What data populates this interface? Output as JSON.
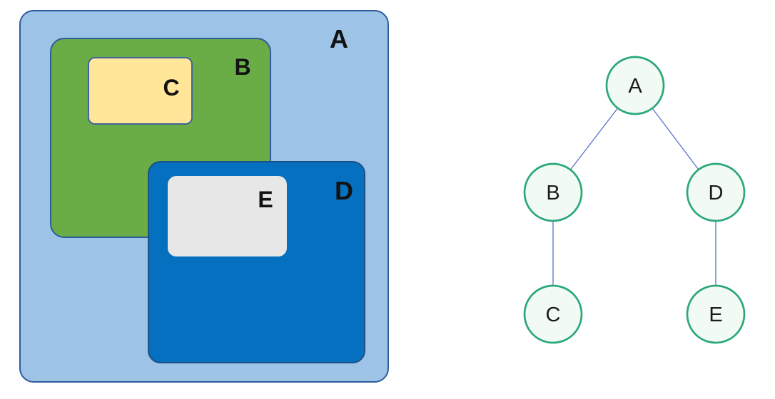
{
  "nested_diagram": {
    "description": "Containment diagram: A contains B and D; B contains C; D contains E; D overlaps B",
    "boxes": [
      {
        "id": "A",
        "label": "A",
        "fill": "#9dc3e6",
        "border": "#2e5b9c",
        "contains": [
          "B",
          "D"
        ]
      },
      {
        "id": "B",
        "label": "B",
        "fill": "#6aad47",
        "border": "#2e5b9c",
        "contains": [
          "C"
        ]
      },
      {
        "id": "C",
        "label": "C",
        "fill": "#ffe699",
        "border": "#41659c",
        "contains": []
      },
      {
        "id": "D",
        "label": "D",
        "fill": "#0670c0",
        "border": "#1b5184",
        "contains": [
          "E"
        ]
      },
      {
        "id": "E",
        "label": "E",
        "fill": "#e7e7e7",
        "border": "none",
        "contains": []
      }
    ]
  },
  "tree_diagram": {
    "description": "Tree: A is root; B and D are children of A; C is child of B; E is child of D",
    "nodes": [
      {
        "id": "A",
        "label": "A"
      },
      {
        "id": "B",
        "label": "B"
      },
      {
        "id": "D",
        "label": "D"
      },
      {
        "id": "C",
        "label": "C"
      },
      {
        "id": "E",
        "label": "E"
      }
    ],
    "edges": [
      {
        "from": "A",
        "to": "B"
      },
      {
        "from": "A",
        "to": "D"
      },
      {
        "from": "B",
        "to": "C"
      },
      {
        "from": "D",
        "to": "E"
      }
    ],
    "node_fill": "#f2faf4",
    "node_border": "#2aa87a",
    "edge_color": "#5b72c8"
  }
}
